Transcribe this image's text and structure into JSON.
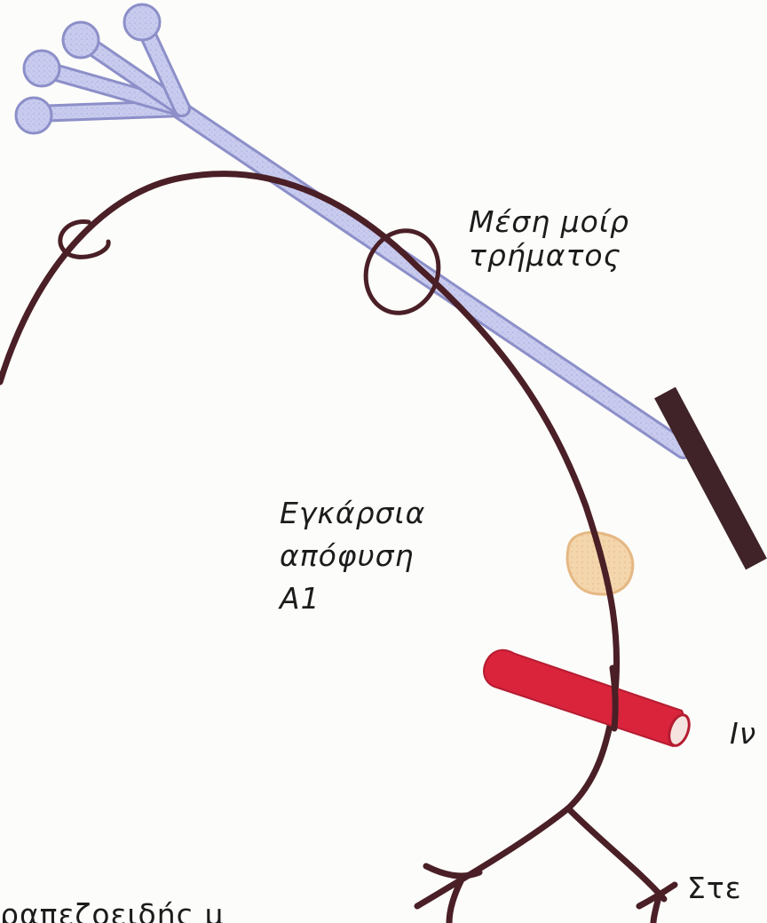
{
  "labels": {
    "middle_lobe": "Μέση μοίρ",
    "middle_lobe_line2": "τρήματος",
    "transverse_process_line1": "Εγκάρσια",
    "transverse_process_line2": "απόφυση",
    "transverse_process_line3": "Α1",
    "right_partial": "Ιν",
    "bottom_right_partial": "Στε",
    "bottom_left_partial": "ραπεζοειδής μ"
  },
  "colors": {
    "nerve": "#4a1f26",
    "tract_fill": "#c6c8ec",
    "tract_outline": "#8c8fc8",
    "bone_bar": "#3f2328",
    "process_fill": "#f3d3a6",
    "process_outline": "#e2b27c",
    "vessel": "#d9243c",
    "vessel_end": "#f6e3df"
  }
}
